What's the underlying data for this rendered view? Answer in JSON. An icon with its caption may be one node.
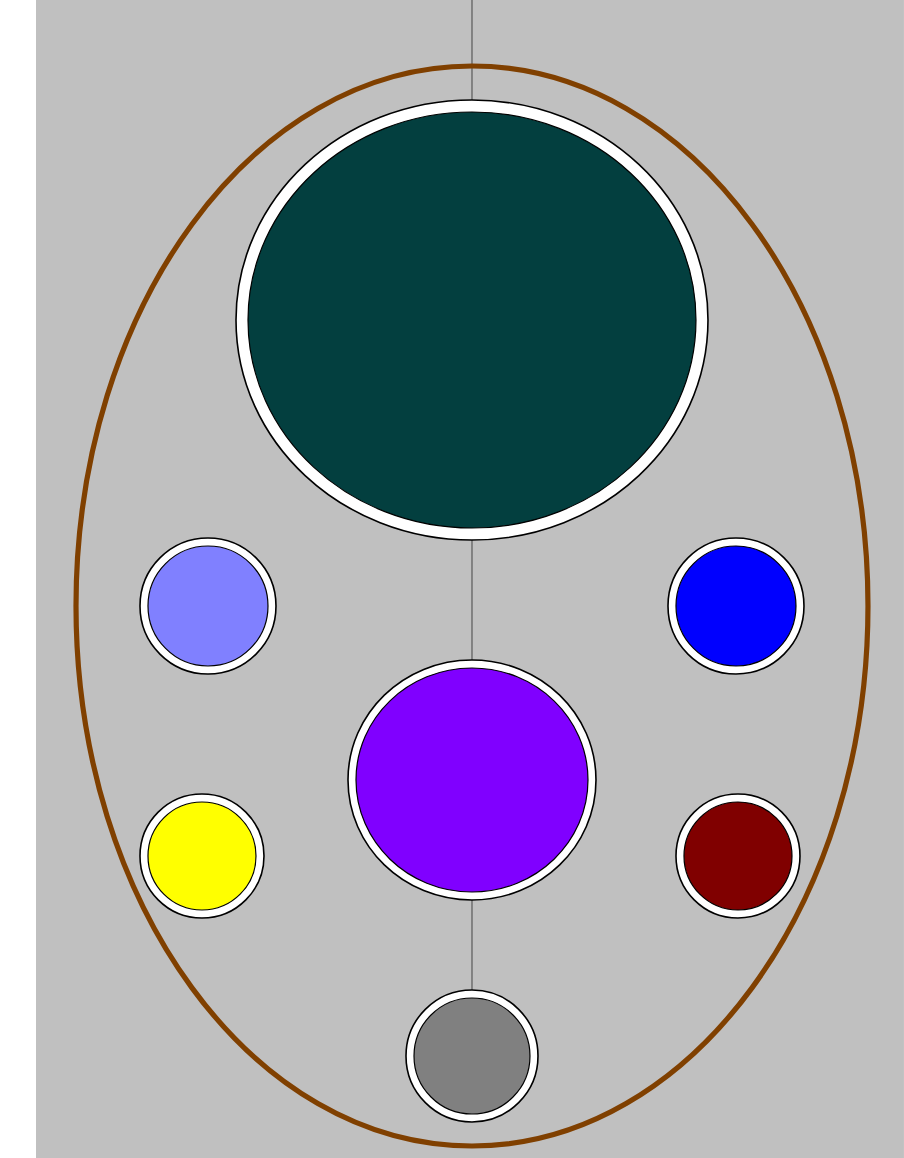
{
  "diagram": {
    "nodes": [
      {
        "text": [],
        "shape": "ellipse"
      },
      {
        "text": [],
        "shape": "circle",
        "in": 0
      },
      {
        "text": [],
        "shape": "circle",
        "in": 0
      },
      {
        "text": [],
        "shape": "circle",
        "in": 0
      },
      {
        "text": [],
        "shape": "circle",
        "in": 0
      },
      {
        "text": [],
        "shape": "circle",
        "in": 0
      },
      {
        "text": [],
        "shape": "circle",
        "in": 0
      },
      {
        "text": [],
        "shape": "circle",
        "in": 0
      }
    ]
  }
}
